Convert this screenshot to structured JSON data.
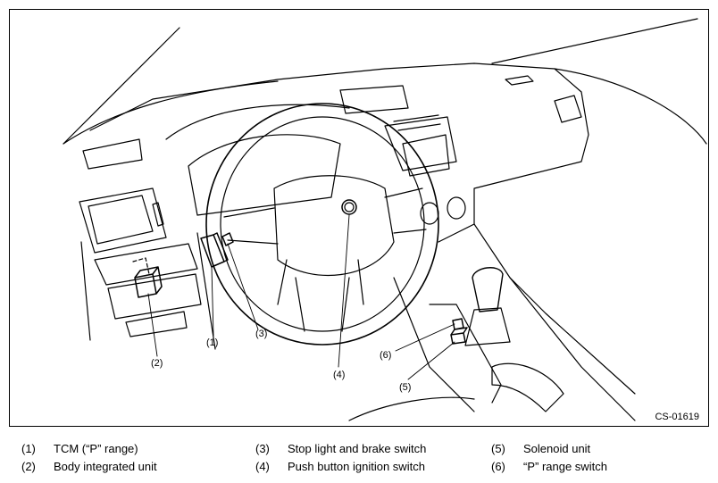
{
  "figure": {
    "code": "CS-01619",
    "callouts": [
      "(1)",
      "(2)",
      "(3)",
      "(4)",
      "(5)",
      "(6)"
    ]
  },
  "legend": {
    "items": [
      {
        "num": "(1)",
        "label": "TCM (“P” range)"
      },
      {
        "num": "(2)",
        "label": "Body integrated unit"
      },
      {
        "num": "(3)",
        "label": "Stop light and brake switch"
      },
      {
        "num": "(4)",
        "label": "Push button ignition switch"
      },
      {
        "num": "(5)",
        "label": "Solenoid unit"
      },
      {
        "num": "(6)",
        "label": "“P” range switch"
      }
    ]
  }
}
